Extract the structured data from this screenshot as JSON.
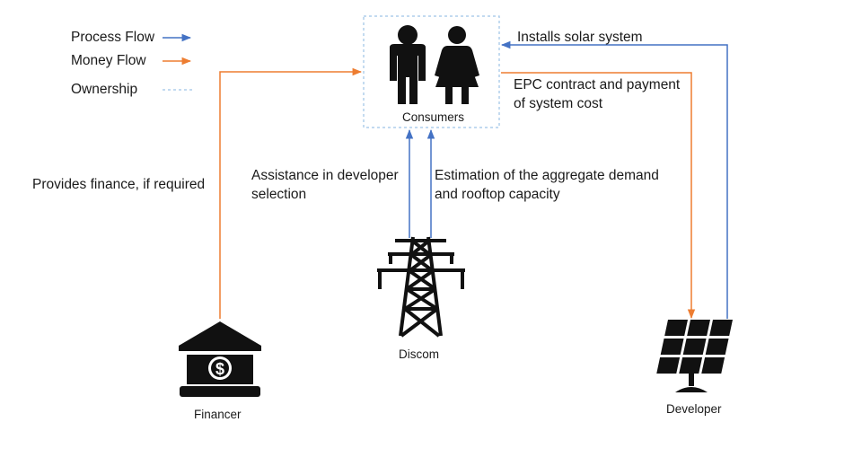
{
  "legend": {
    "process_flow": "Process Flow",
    "money_flow": "Money Flow",
    "ownership": "Ownership"
  },
  "colors": {
    "process_flow": "#4472C4",
    "money_flow": "#ED7D31",
    "ownership": "#9DC3E6",
    "icon": "#111111"
  },
  "nodes": {
    "consumers": {
      "label": "Consumers",
      "icon": "people-icon"
    },
    "discom": {
      "label": "Discom",
      "icon": "transmission-tower-icon"
    },
    "financer": {
      "label": "Financer",
      "icon": "bank-icon"
    },
    "developer": {
      "label": "Developer",
      "icon": "solar-panel-icon"
    }
  },
  "edges": {
    "financer_to_consumers": {
      "type": "money_flow",
      "label": "Provides finance, if required"
    },
    "discom_to_consumers_selection": {
      "type": "process_flow",
      "label": [
        "Assistance in developer",
        "selection"
      ]
    },
    "discom_to_consumers_estimation": {
      "type": "process_flow",
      "label": [
        "Estimation of the aggregate demand",
        "and rooftop capacity"
      ]
    },
    "consumers_to_developer": {
      "type": "money_flow",
      "label": [
        "EPC contract and payment",
        "of system cost"
      ]
    },
    "developer_to_consumers": {
      "type": "process_flow",
      "label": "Installs solar system"
    }
  }
}
